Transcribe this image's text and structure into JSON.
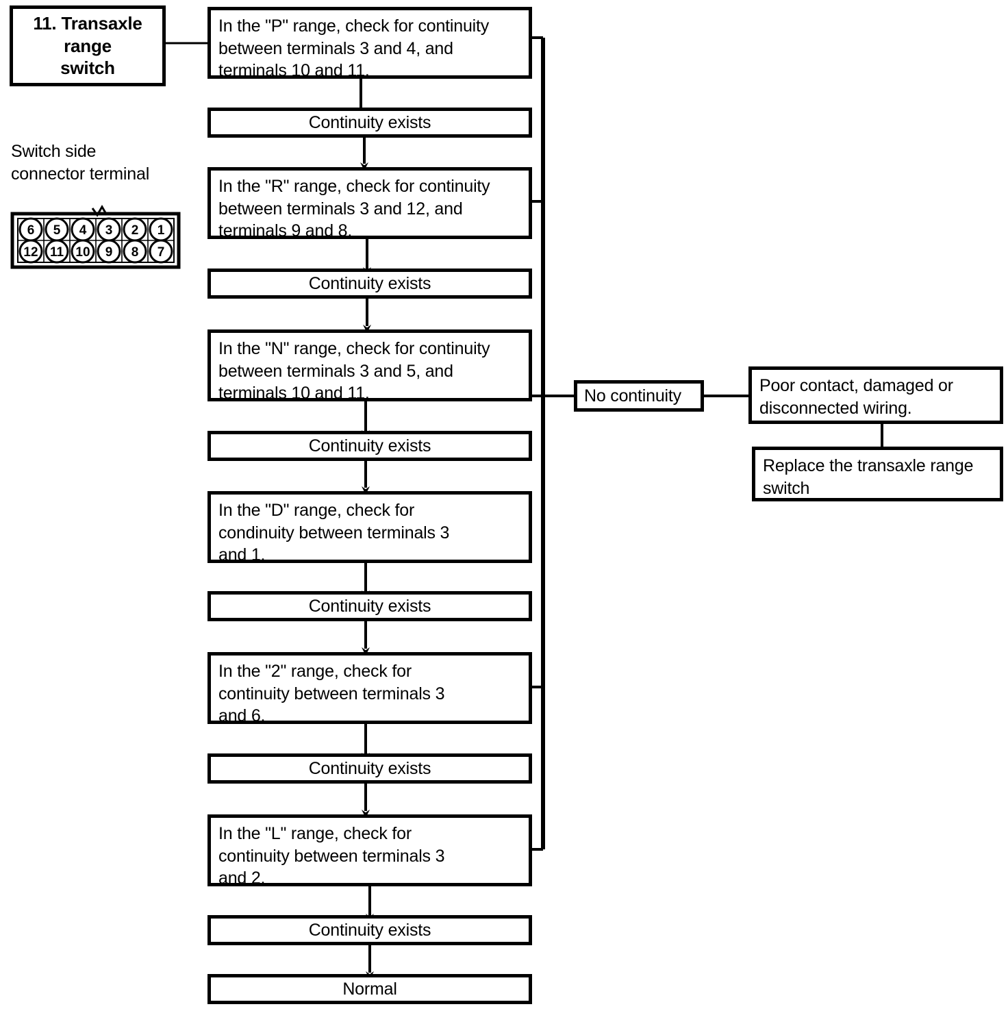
{
  "diagram": {
    "title_box": {
      "label": "11. Transaxle\nrange\nswitch"
    },
    "connector": {
      "caption": "Switch side\nconnector terminal",
      "top_row": [
        "6",
        "5",
        "4",
        "3",
        "2",
        "1"
      ],
      "bottom_row": [
        "12",
        "11",
        "10",
        "9",
        "8",
        "7"
      ],
      "notch_label": "alignment-notch"
    },
    "steps": [
      {
        "id": "p-range",
        "label": "In the \"P\" range, check for continuity\nbetween terminals 3 and 4, and\nterminals 10 and 11."
      },
      {
        "id": "cont-1",
        "label": "Continuity exists"
      },
      {
        "id": "r-range",
        "label": "In the \"R\" range, check for continuity\nbetween terminals 3 and 12, and\nterminals 9 and 8."
      },
      {
        "id": "cont-2",
        "label": "Continuity exists"
      },
      {
        "id": "n-range",
        "label": "In the \"N\" range, check for continuity\nbetween terminals 3 and 5, and\n terminals 10 and 11."
      },
      {
        "id": "cont-3",
        "label": "Continuity exists"
      },
      {
        "id": "d-range",
        "label": "In the \"D\" range, check for\ncondinuity between terminals 3\nand 1."
      },
      {
        "id": "cont-4",
        "label": "Continuity exists"
      },
      {
        "id": "two-range",
        "label": "In the \"2\" range, check for\ncontinuity between terminals 3\nand 6."
      },
      {
        "id": "cont-5",
        "label": "Continuity exists"
      },
      {
        "id": "l-range",
        "label": "In the \"L\" range, check for\ncontinuity between terminals 3\n and 2."
      },
      {
        "id": "cont-6",
        "label": "Continuity exists"
      },
      {
        "id": "normal",
        "label": "Normal"
      }
    ],
    "fault_branch": {
      "no_continuity": "No continuity",
      "cause": "Poor contact, damaged or\ndisconnected wiring.",
      "action": "Replace the transaxle range\nswitch"
    },
    "colors": {
      "line": "#000000",
      "box_fill": "#ffffff",
      "text": "#000000"
    }
  }
}
